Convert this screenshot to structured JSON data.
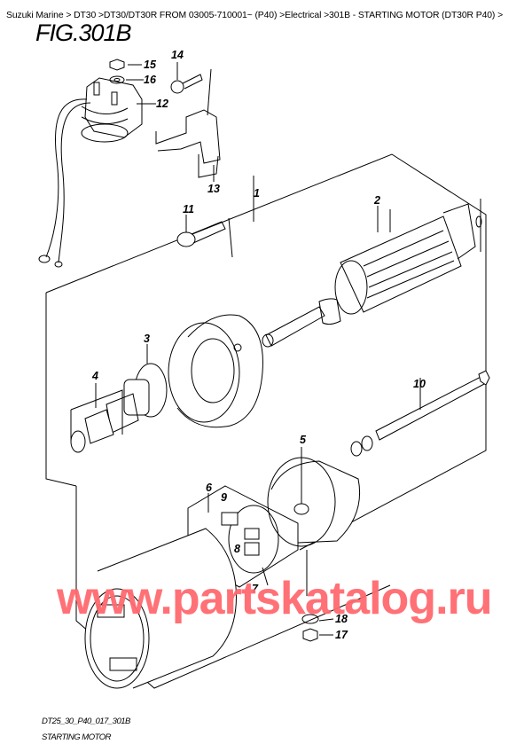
{
  "breadcrumb": {
    "items": [
      {
        "label": "Suzuki Marine"
      },
      {
        "label": "DT30"
      },
      {
        "label": "DT30/DT30R FROM 03005-710001~ (P40)"
      },
      {
        "label": "Electrical"
      },
      {
        "label": "301B - STARTING MOTOR (DT30R P40)"
      }
    ],
    "separator": ">",
    "text": "Suzuki Marine > DT30 >DT30/DT30R FROM 03005-710001~ (P40) >Electrical >301B - STARTING MOTOR (DT30R P40) >"
  },
  "figure": {
    "title": "FIG.301B",
    "code": "DT25_30_P40_017_301B",
    "name": "STARTING MOTOR"
  },
  "watermark": {
    "text": "www.partskatalog.ru",
    "color": "#ff6a6f"
  },
  "callouts": [
    {
      "id": "1",
      "label": "1",
      "part": "starting-motor-assembly"
    },
    {
      "id": "2",
      "label": "2",
      "part": "armature"
    },
    {
      "id": "3",
      "label": "3",
      "part": "housing"
    },
    {
      "id": "4",
      "label": "4",
      "part": "pinion-kit"
    },
    {
      "id": "5",
      "label": "5",
      "part": "washer"
    },
    {
      "id": "6",
      "label": "6",
      "part": "brush-holder-set"
    },
    {
      "id": "7",
      "label": "7",
      "part": "spring"
    },
    {
      "id": "8",
      "label": "8",
      "part": "brush"
    },
    {
      "id": "9",
      "label": "9",
      "part": "brush"
    },
    {
      "id": "10",
      "label": "10",
      "part": "through-bolt"
    },
    {
      "id": "11",
      "label": "11",
      "part": "bolt"
    },
    {
      "id": "12",
      "label": "12",
      "part": "starter-relay"
    },
    {
      "id": "13",
      "label": "13",
      "part": "relay-bracket"
    },
    {
      "id": "14",
      "label": "14",
      "part": "bolt"
    },
    {
      "id": "15",
      "label": "15",
      "part": "nut"
    },
    {
      "id": "16",
      "label": "16",
      "part": "washer"
    },
    {
      "id": "17",
      "label": "17",
      "part": "nut"
    },
    {
      "id": "18",
      "label": "18",
      "part": "washer"
    }
  ]
}
